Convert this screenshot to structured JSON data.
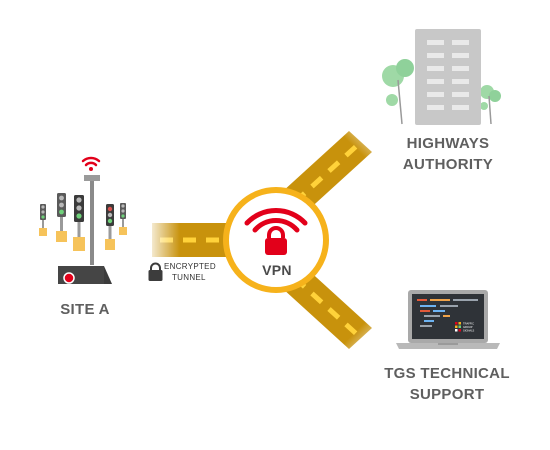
{
  "diagram": {
    "hub": {
      "label": "VPN",
      "icon": "wifi-lock-icon"
    },
    "nodes": [
      {
        "id": "site-a",
        "label": "SITE A",
        "icon": "traffic-signals-icon"
      },
      {
        "id": "highways",
        "label_lines": [
          "HIGHWAYS",
          "AUTHORITY"
        ],
        "icon": "office-building-icon"
      },
      {
        "id": "tgs",
        "label_lines": [
          "TGS TECHNICAL",
          "SUPPORT"
        ],
        "icon": "laptop-icon"
      }
    ],
    "tunnel": {
      "label_lines": [
        "ENCRYPTED",
        "TUNNEL"
      ],
      "icon": "padlock-icon"
    },
    "laptop_screen_brand_lines": [
      "TRAFFIC",
      "GROUP",
      "SIGNALS"
    ]
  },
  "colors": {
    "road": "#c8920c",
    "road_dash": "#ffd23a",
    "hub_ring": "#f6b21b",
    "vpn_red": "#e2001a",
    "label_gray": "#5f5f5f",
    "building": "#c8c8c8",
    "tree": "#9fd9a6",
    "laptop_screen": "#2f3338"
  }
}
